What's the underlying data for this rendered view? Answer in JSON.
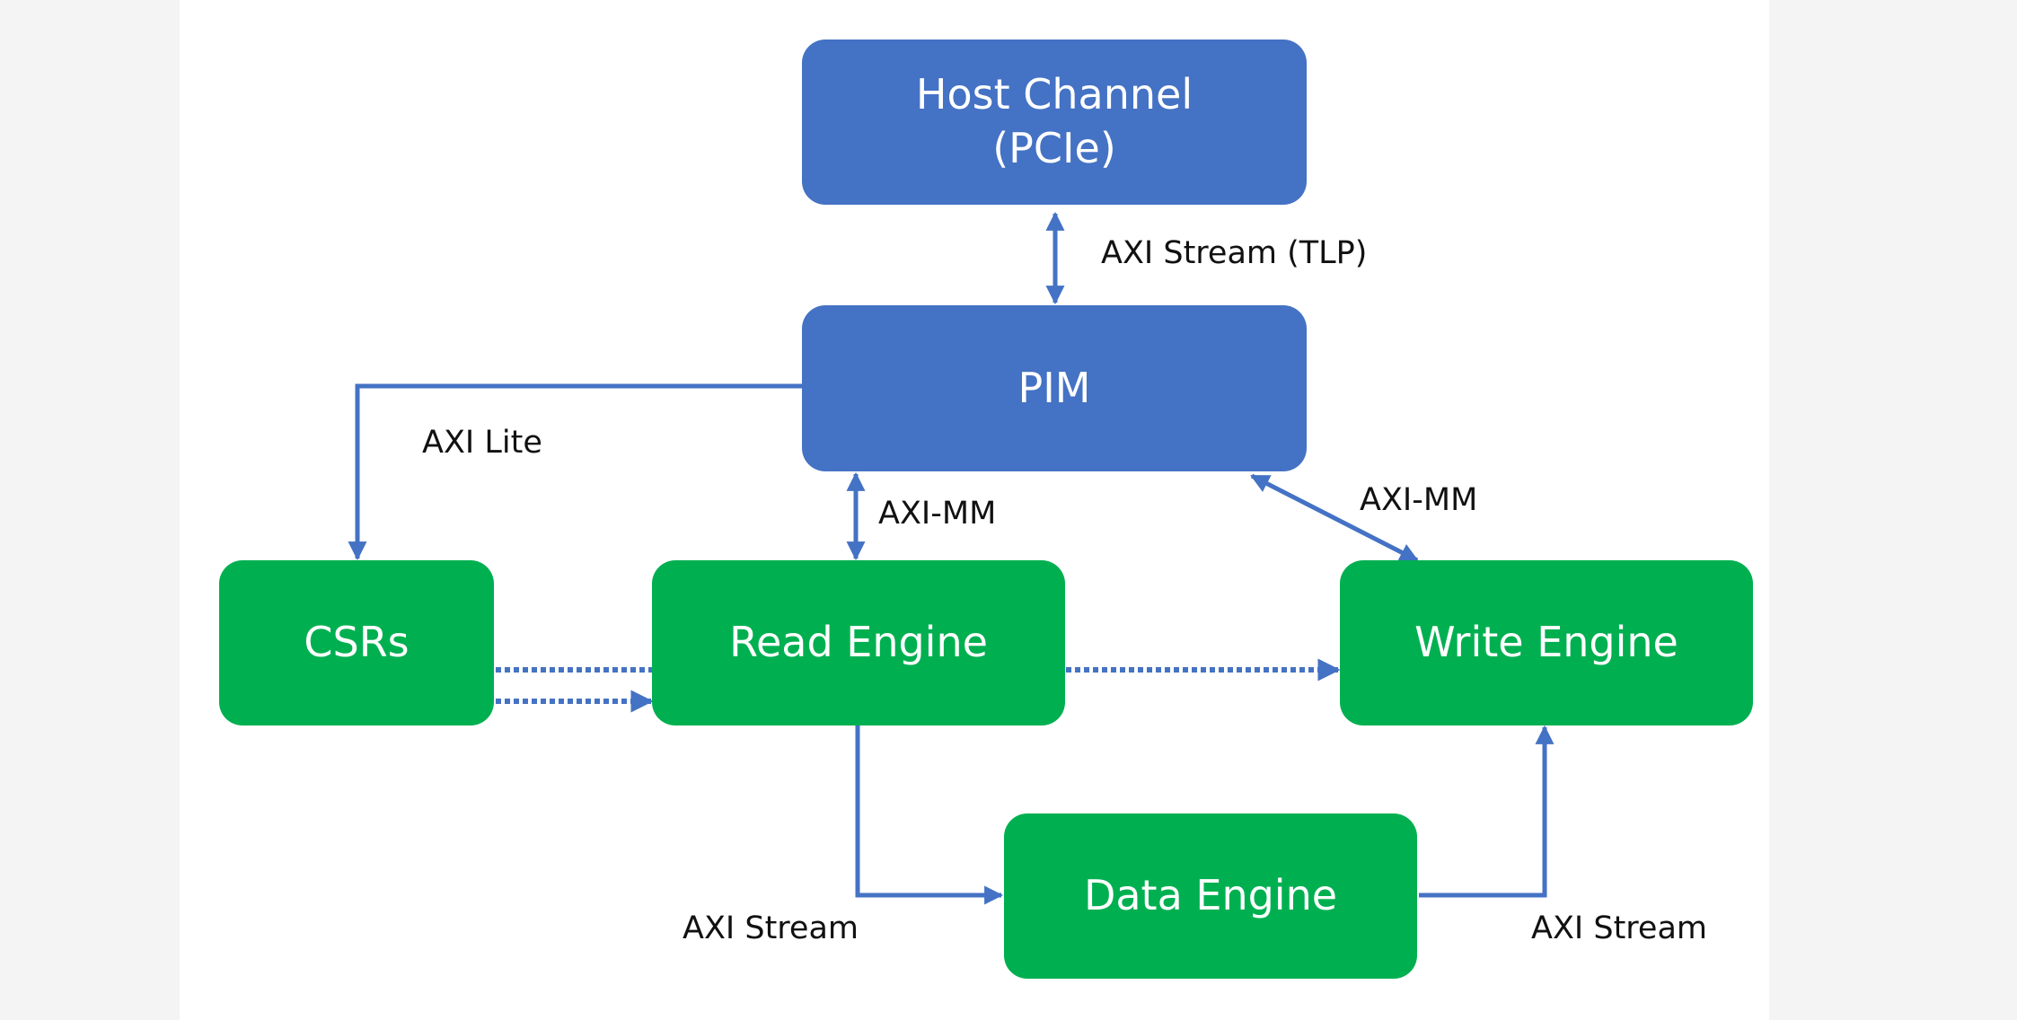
{
  "colors": {
    "host": "#4472c4",
    "engine": "#00b050",
    "connector": "#4472c4",
    "background": "#ffffff"
  },
  "blocks": {
    "host_channel": {
      "line1": "Host Channel",
      "line2": "(PCIe)"
    },
    "pim": {
      "label": "PIM"
    },
    "csrs": {
      "label": "CSRs"
    },
    "read_engine": {
      "label": "Read Engine"
    },
    "write_engine": {
      "label": "Write Engine"
    },
    "data_engine": {
      "label": "Data Engine"
    }
  },
  "connections": {
    "host_pim": {
      "label": "AXI Stream (TLP)"
    },
    "pim_csrs": {
      "label": "AXI Lite"
    },
    "pim_read": {
      "label": "AXI-MM"
    },
    "pim_write": {
      "label": "AXI-MM"
    },
    "read_data": {
      "label": "AXI Stream"
    },
    "data_write": {
      "label": "AXI Stream"
    }
  }
}
